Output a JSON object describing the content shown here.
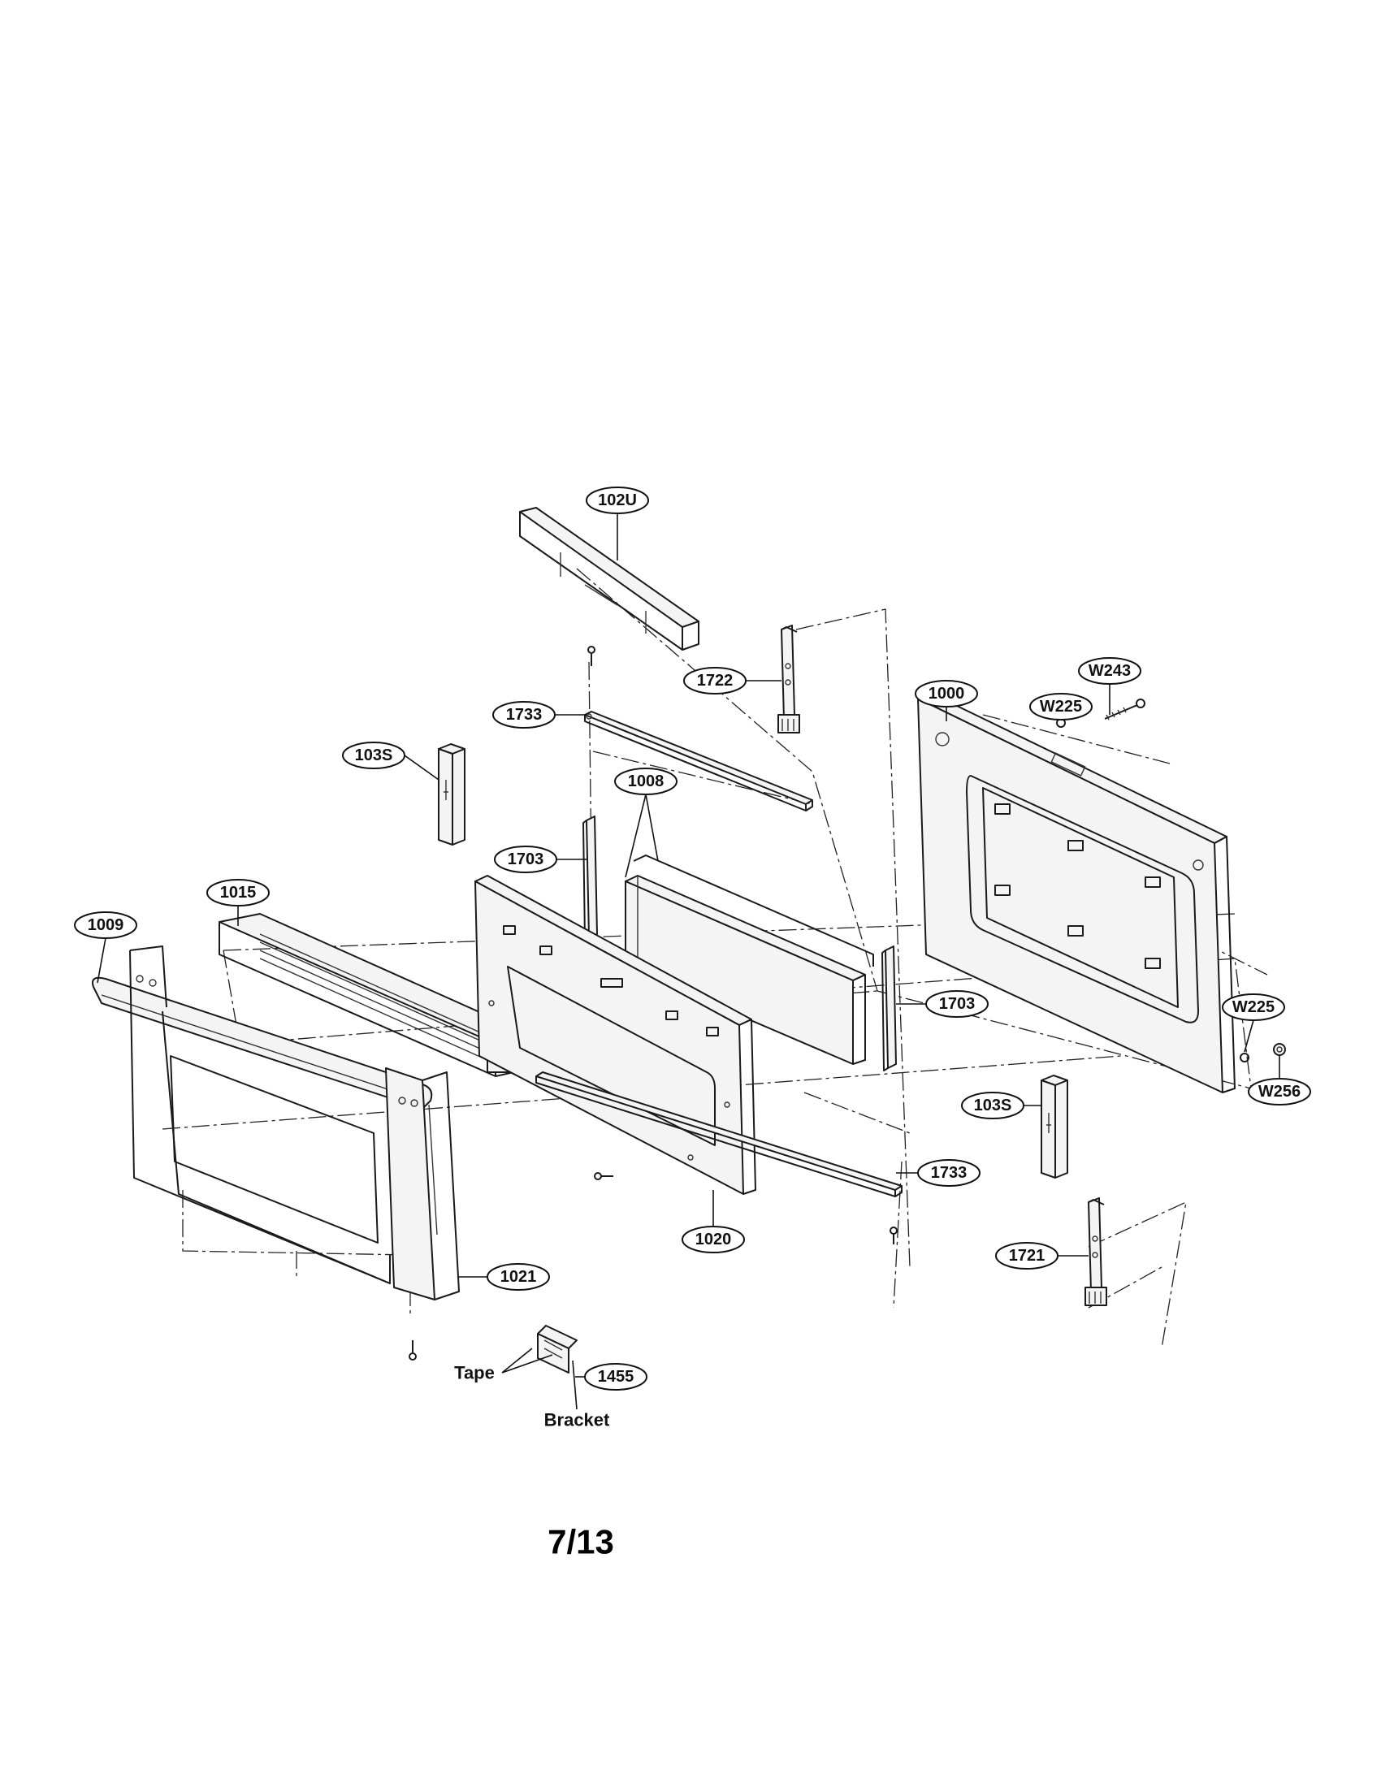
{
  "callouts": {
    "c102u": "102U",
    "c1722": "1722",
    "c1733_top": "1733",
    "c103s_left": "103S",
    "c1008": "1008",
    "c1703_left": "1703",
    "c1015": "1015",
    "c1009": "1009",
    "c1000": "1000",
    "cw225_top": "W225",
    "cw243": "W243",
    "c1703_right": "1703",
    "cw225_right": "W225",
    "cw256": "W256",
    "c103s_right": "103S",
    "c1733_bottom": "1733",
    "c1020": "1020",
    "c1721": "1721",
    "c1021": "1021",
    "c1455": "1455"
  },
  "notes": {
    "tape": "Tape",
    "bracket": "Bracket"
  },
  "page_number": "7/13"
}
